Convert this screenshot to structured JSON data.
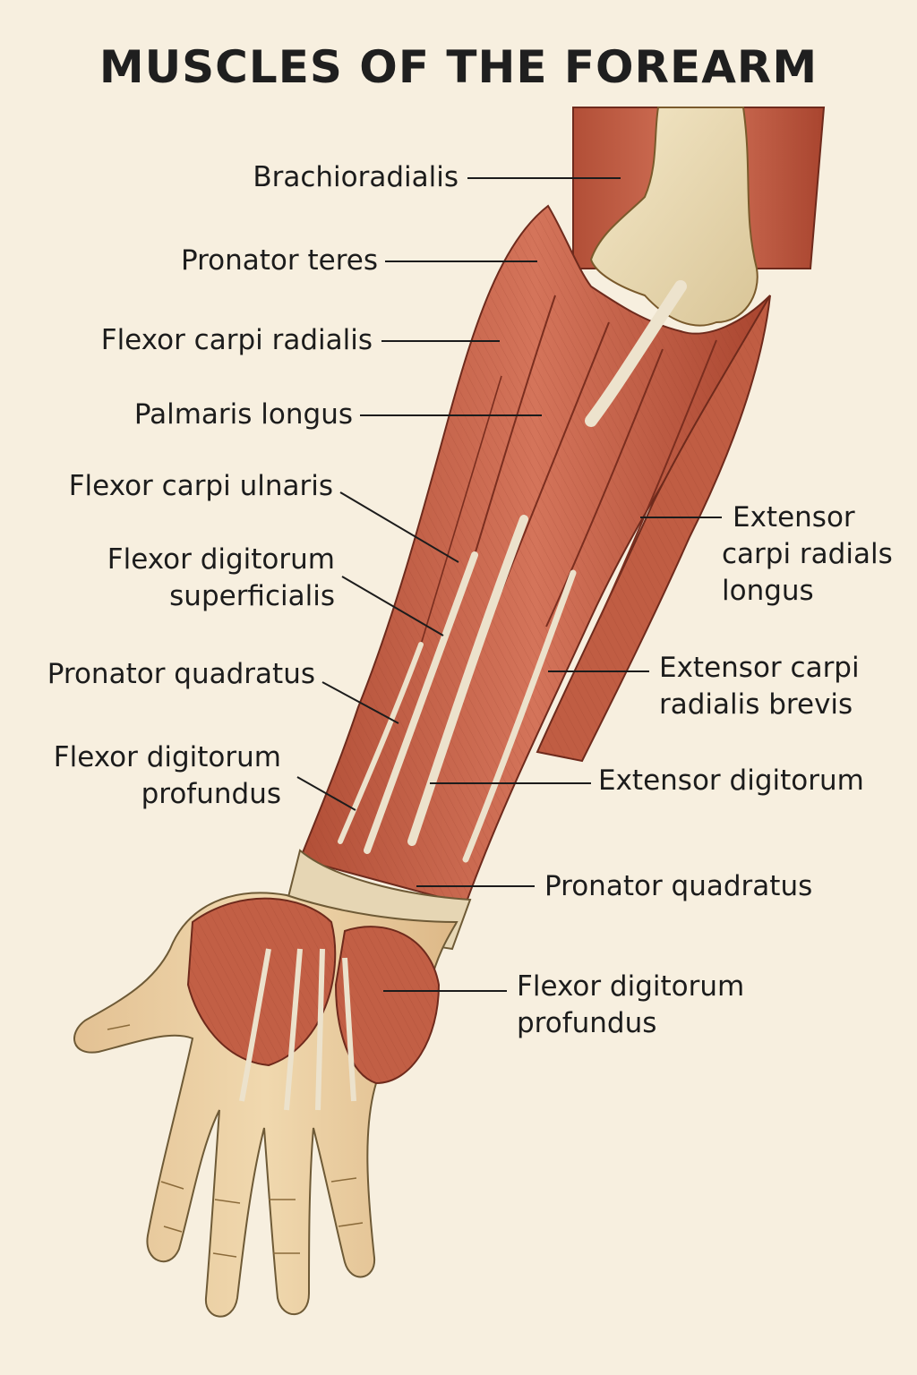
{
  "title": "MUSCLES OF THE FOREARM",
  "labels_left": [
    {
      "id": "brachioradialis",
      "lines": [
        "Brachioradialis"
      ]
    },
    {
      "id": "pronator-teres",
      "lines": [
        "Pronator teres"
      ]
    },
    {
      "id": "flexor-carpi-radialis",
      "lines": [
        "Flexor carpi radialis"
      ]
    },
    {
      "id": "palmaris-longus",
      "lines": [
        "Palmaris longus"
      ]
    },
    {
      "id": "flexor-carpi-ulnaris",
      "lines": [
        "Flexor carpi ulnaris"
      ]
    },
    {
      "id": "flexor-digitorum-superficialis",
      "lines": [
        "Flexor digitorum",
        "superficialis"
      ]
    },
    {
      "id": "pronator-quadratus-left",
      "lines": [
        "Pronator quadratus"
      ]
    },
    {
      "id": "flexor-digitorum-profundus-left",
      "lines": [
        "Flexor digitorum",
        "profundus"
      ]
    }
  ],
  "labels_right": [
    {
      "id": "extensor-carpi-radialis-longus",
      "lines": [
        "Extensor",
        "carpi radials",
        "longus"
      ]
    },
    {
      "id": "extensor-carpi-radialis-brevis",
      "lines": [
        "Extensor carpi",
        "radialis brevis"
      ]
    },
    {
      "id": "extensor-digitorum",
      "lines": [
        "Extensor digitorum"
      ]
    },
    {
      "id": "pronator-quadratus-right",
      "lines": [
        "Pronator quadratus"
      ]
    },
    {
      "id": "flexor-digitorum-profundus-right",
      "lines": [
        "Flexor digitorum",
        "profundus"
      ]
    }
  ],
  "colors": {
    "background": "#f7efdf",
    "muscle": "#c8654a",
    "muscle_dark": "#9e3f2b",
    "muscle_light": "#dd8a6c",
    "tendon": "#ece2cc",
    "skin": "#ecd2a8",
    "bone": "#f1e4bf",
    "leader_line": "#1c1c1c"
  }
}
